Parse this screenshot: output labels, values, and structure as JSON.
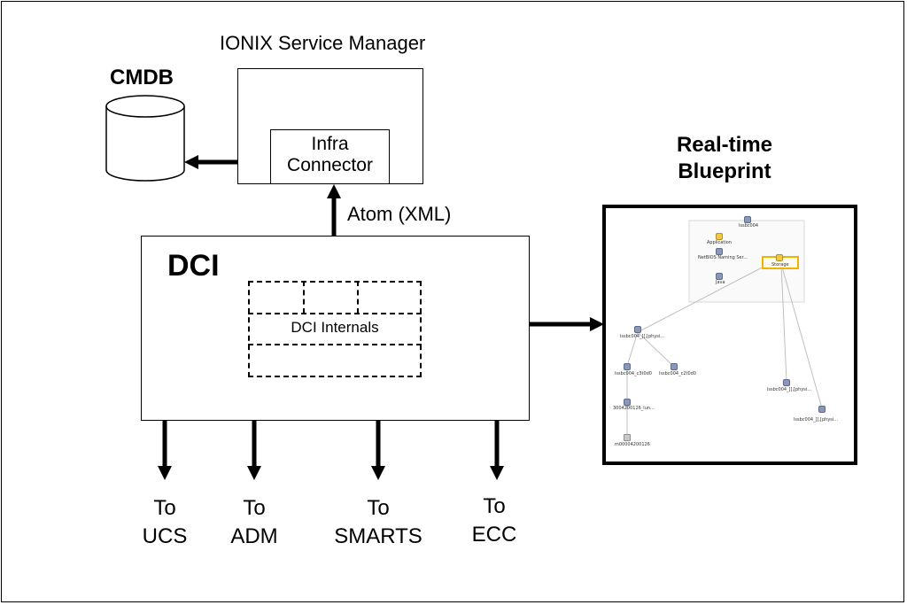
{
  "title": "IONIX  Service Manager",
  "cmdb": {
    "label": "CMDB"
  },
  "infra_connector": {
    "label_line1": "Infra",
    "label_line2": "Connector"
  },
  "atom": {
    "label": "Atom (XML)"
  },
  "dci": {
    "title": "DCI",
    "internals_label": "DCI Internals"
  },
  "blueprint": {
    "title_line1": "Real-time",
    "title_line2": "Blueprint",
    "nodes": {
      "root": "lssbc004",
      "application": "Application",
      "netbios": "NetBIOS Naming Ser...",
      "java": "Java",
      "storage": "Storage",
      "physical_left": "lssbc004_[],[physi...",
      "c3t0d0": "lssbc004_c3t0d0",
      "c2t0d0": "lssbc004_c2t0d0",
      "lun": "3004200126_lun...",
      "m0000": "m00004200126",
      "physical_right1": "lssbc004_[],[physi...",
      "physical_right2": "lssbc004_[],[physi..."
    }
  },
  "outputs": [
    {
      "line1": "To",
      "line2": "UCS"
    },
    {
      "line1": "To",
      "line2": "ADM"
    },
    {
      "line1": "To",
      "line2": "SMARTS"
    },
    {
      "line1": "To",
      "line2": "ECC"
    }
  ],
  "colors": {
    "storage_highlight": "#f0b400",
    "edge": "#bfbfbf"
  }
}
